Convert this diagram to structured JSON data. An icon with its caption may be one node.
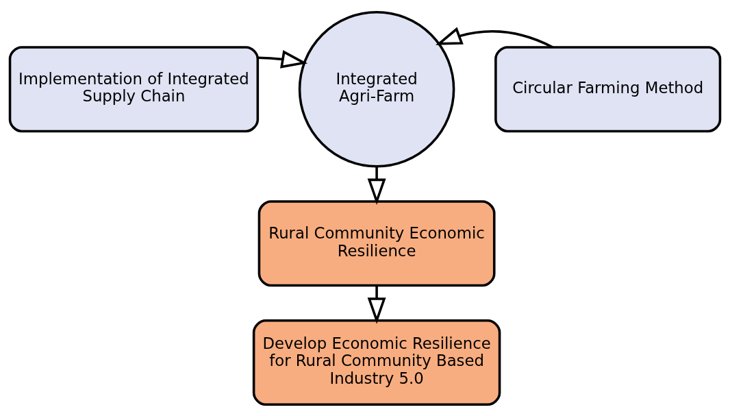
{
  "diagram": {
    "nodes": [
      {
        "text": [
          "Implementation of Integrated Supply Chain"
        ]
      },
      {
        "text": [
          "Integrated Agri-Farm"
        ]
      },
      {
        "text": [
          "Circular Farming Method"
        ]
      },
      {
        "text": [
          "Rural Community Economic Resilience"
        ]
      },
      {
        "text": [
          "Develop Economic Resilience for Rural Community Based Industry 5.0"
        ]
      }
    ],
    "edges": [
      {
        "from": 0,
        "to": 1,
        "arrow": "to"
      },
      {
        "from": 2,
        "to": 1,
        "arrow": "to"
      },
      {
        "from": 1,
        "to": 3,
        "arrow": "to"
      },
      {
        "from": 3,
        "to": 4,
        "arrow": "to"
      }
    ]
  }
}
